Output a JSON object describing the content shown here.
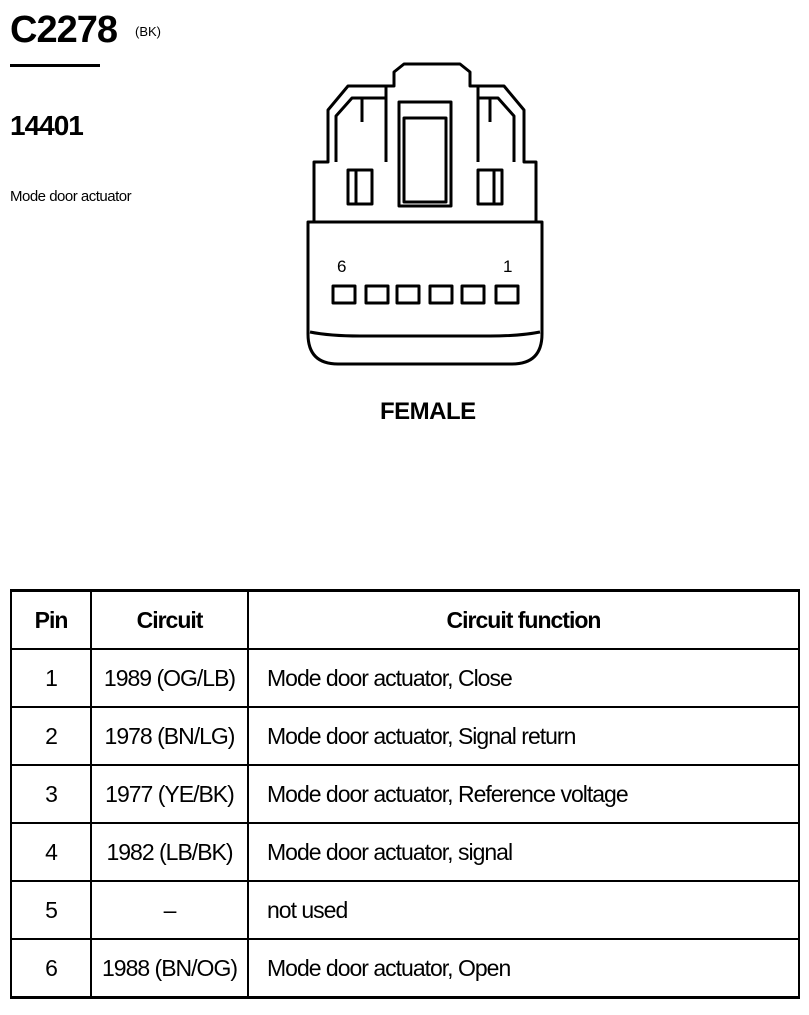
{
  "header": {
    "connector_id": "C2278",
    "color_code": "(BK)",
    "part_number": "14401",
    "component_name": "Mode door actuator"
  },
  "connector": {
    "pin_left_label": "6",
    "pin_right_label": "1",
    "gender": "FEMALE",
    "cavity_count": 6
  },
  "table": {
    "headers": [
      "Pin",
      "Circuit",
      "Circuit function"
    ],
    "rows": [
      {
        "pin": "1",
        "circuit": "1989 (OG/LB)",
        "function": "Mode door actuator, Close"
      },
      {
        "pin": "2",
        "circuit": "1978 (BN/LG)",
        "function": "Mode door actuator, Signal return"
      },
      {
        "pin": "3",
        "circuit": "1977 (YE/BK)",
        "function": "Mode door actuator, Reference voltage"
      },
      {
        "pin": "4",
        "circuit": "1982 (LB/BK)",
        "function": "Mode door actuator, signal"
      },
      {
        "pin": "5",
        "circuit": "–",
        "function": "not used"
      },
      {
        "pin": "6",
        "circuit": "1988 (BN/OG)",
        "function": "Mode door actuator, Open"
      }
    ]
  }
}
